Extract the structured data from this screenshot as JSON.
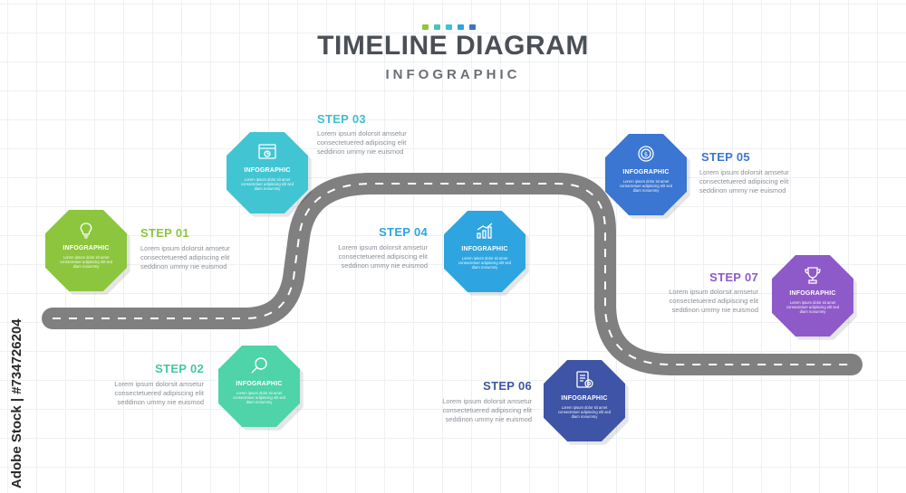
{
  "header": {
    "title": "TIMELINE DIAGRAM",
    "subtitle": "INFOGRAPHIC",
    "dot_colors": [
      "#8fc63f",
      "#45c8b3",
      "#3fc1d6",
      "#2aa6df",
      "#3b73c8"
    ]
  },
  "steps": [
    {
      "step": "STEP 01",
      "color": "#8cc63e",
      "title_color": "#8cc63e",
      "icon": "lightbulb-icon",
      "label": "INFOGRAPHIC",
      "box_text": "Lorem ipsum dolor sit amet consectetuer adipiscing elit sed diam nonummy",
      "desc": "Lorem ipsum dolorsit amsetur consectetuered adipiscing elit seddinon ummy nie euismod"
    },
    {
      "step": "STEP 02",
      "color": "#4fd3a9",
      "title_color": "#45c7a1",
      "icon": "magnifier-icon",
      "label": "INFOGRAPHIC",
      "box_text": "Lorem ipsum dolor sit amet consectetuer adipiscing elit sed diam nonummy",
      "desc": "Lorem ipsum dolorsit amsetur consectetuered adipiscing elit seddinon ummy nie euismod"
    },
    {
      "step": "STEP 03",
      "color": "#42c5d2",
      "title_color": "#3fbfcf",
      "icon": "browser-chart-icon",
      "label": "INFOGRAPHIC",
      "box_text": "Lorem ipsum dolor sit amet consectetuer adipiscing elit sed diam nonummy",
      "desc": "Lorem ipsum dolorsit amsetur consectetuered adipiscing elit seddinon ummy nie euismod"
    },
    {
      "step": "STEP 04",
      "color": "#2ea5e0",
      "title_color": "#2ea5e0",
      "icon": "bar-growth-icon",
      "label": "INFOGRAPHIC",
      "box_text": "Lorem ipsum dolor sit amet consectetuer adipiscing elit sed diam nonummy",
      "desc": "Lorem ipsum dolorsit amsetur consectetuered adipiscing elit seddinon ummy nie euismod"
    },
    {
      "step": "STEP 05",
      "color": "#3a76d2",
      "title_color": "#3a76d2",
      "icon": "dollar-target-icon",
      "label": "INFOGRAPHIC",
      "box_text": "Lorem ipsum dolor sit amet consectetuer adipiscing elit sed diam nonummy",
      "desc": "Lorem ipsum dolorsit amsetur consectetuered adipiscing elit seddinon ummy nie euismod"
    },
    {
      "step": "STEP 06",
      "color": "#3e54a6",
      "title_color": "#3e54a6",
      "icon": "checklist-target-icon",
      "label": "INFOGRAPHIC",
      "box_text": "Lorem ipsum dolor sit amet consectetuer adipiscing elit sed diam nonummy",
      "desc": "Lorem ipsum dolorsit amsetur consectetuered adipiscing elit seddinon ummy nie euismod"
    },
    {
      "step": "STEP 07",
      "color": "#8e5ac9",
      "title_color": "#8e5ac9",
      "icon": "trophy-icon",
      "label": "INFOGRAPHIC",
      "box_text": "Lorem ipsum dolor sit amet consectetuer adipiscing elit sed diam nonummy",
      "desc": "Lorem ipsum dolorsit amsetur consectetuered adipiscing elit seddinon ummy nie euismod"
    }
  ],
  "road_color": "#808080",
  "watermark": "Adobe Stock | #734726204"
}
